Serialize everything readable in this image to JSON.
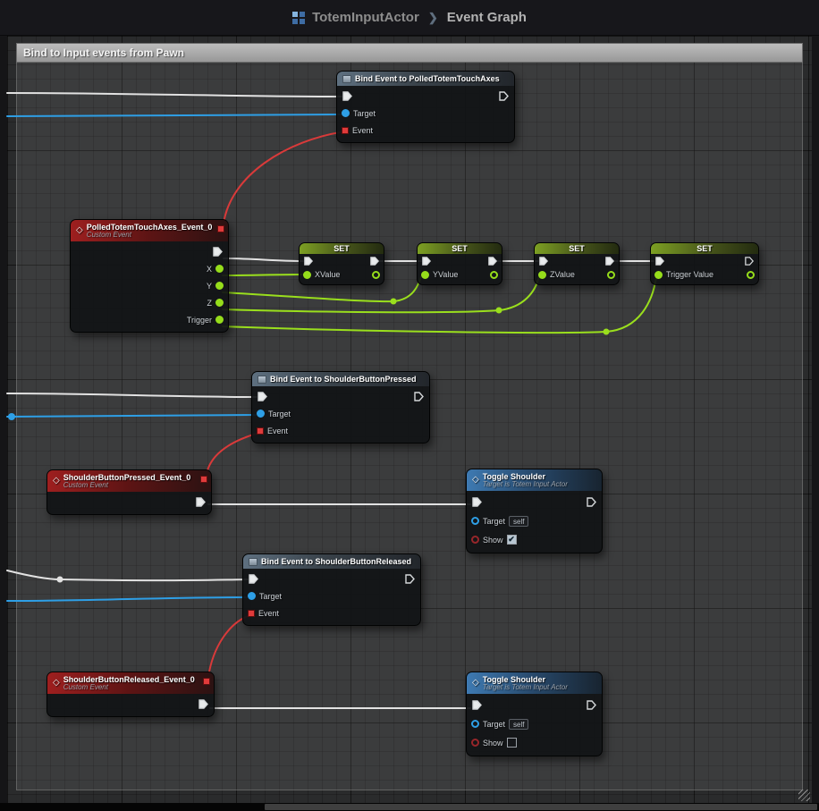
{
  "header": {
    "actor": "TotemInputActor",
    "separator": "❯",
    "graph": "Event Graph"
  },
  "comment": {
    "title": "Bind to Input events from Pawn"
  },
  "nodes": {
    "bind_polled": {
      "title": "Bind Event to PolledTotemTouchAxes",
      "pins": {
        "target": "Target",
        "event": "Event"
      }
    },
    "polled_event": {
      "title": "PolledTotemTouchAxes_Event_0",
      "subtitle": "Custom Event",
      "pins": {
        "x": "X",
        "y": "Y",
        "z": "Z",
        "trigger": "Trigger"
      }
    },
    "set_xvalue": {
      "title": "SET",
      "pin": "XValue"
    },
    "set_yvalue": {
      "title": "SET",
      "pin": "YValue"
    },
    "set_zvalue": {
      "title": "SET",
      "pin": "ZValue"
    },
    "set_trigger": {
      "title": "SET",
      "pin": "Trigger Value"
    },
    "bind_pressed": {
      "title": "Bind Event to ShoulderButtonPressed",
      "pins": {
        "target": "Target",
        "event": "Event"
      }
    },
    "pressed_event": {
      "title": "ShoulderButtonPressed_Event_0",
      "subtitle": "Custom Event"
    },
    "toggle_pressed": {
      "title": "Toggle Shoulder",
      "subtitle": "Target is Totem Input Actor",
      "pins": {
        "target": "Target",
        "show": "Show"
      },
      "target_value": "self",
      "show_checked": true
    },
    "bind_released": {
      "title": "Bind Event to ShoulderButtonReleased",
      "pins": {
        "target": "Target",
        "event": "Event"
      }
    },
    "released_event": {
      "title": "ShoulderButtonReleased_Event_0",
      "subtitle": "Custom Event"
    },
    "toggle_released": {
      "title": "Toggle Shoulder",
      "subtitle": "Target is Totem Input Actor",
      "pins": {
        "target": "Target",
        "show": "Show"
      },
      "target_value": "self",
      "show_checked": false
    }
  }
}
